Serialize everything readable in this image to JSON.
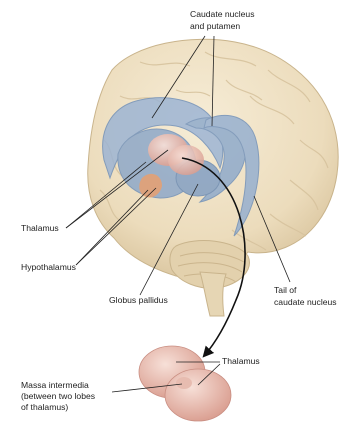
{
  "labels": {
    "caudate_putamen_line1": "Caudate nucleus",
    "caudate_putamen_line2": "and putamen",
    "thalamus_upper": "Thalamus",
    "hypothalamus": "Hypothalamus",
    "globus_pallidus": "Globus pallidus",
    "tail_line1": "Tail of",
    "tail_line2": "caudate nucleus",
    "thalamus_lower": "Thalamus",
    "massa_line1": "Massa intermedia",
    "massa_line2": "(between two lobes",
    "massa_line3": "of thalamus)"
  },
  "colors": {
    "brain": "#efe2c6",
    "brain_shadow": "#d9c6a0",
    "basal_ganglia": "#8aa6c9",
    "thalamus": "#e6b5a8",
    "hypothalamus": "#e8a070",
    "leader_line": "#222222"
  }
}
